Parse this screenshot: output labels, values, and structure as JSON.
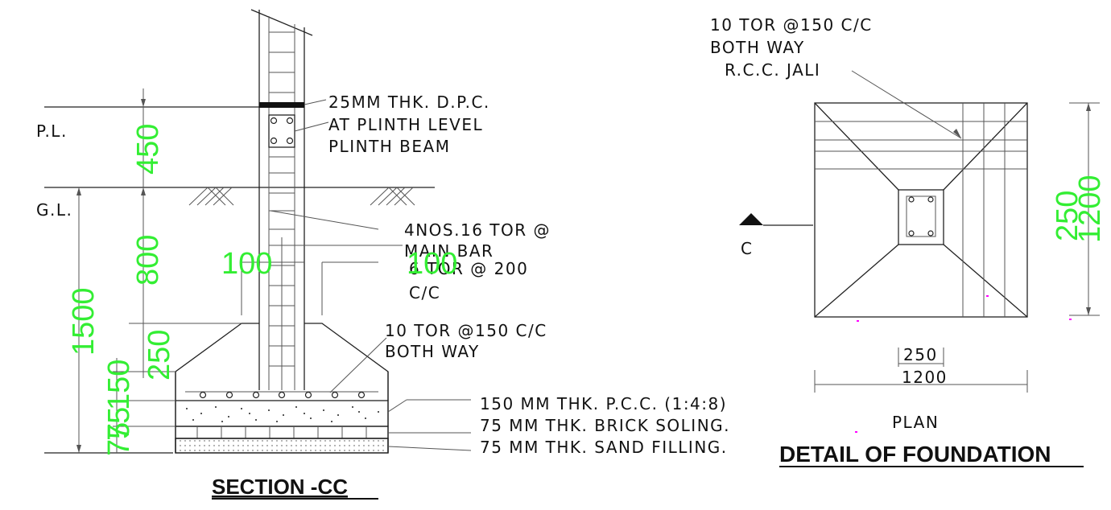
{
  "section": {
    "title": "SECTION -CC",
    "levels": {
      "plinth": "P.L.",
      "ground": "G.L."
    },
    "notes": {
      "dpc_1": "25MM THK. D.P.C.",
      "dpc_2": "AT PLINTH LEVEL",
      "plinth_beam": "PLINTH BEAM",
      "main_bar_1": "4NOS.16 TOR @",
      "main_bar_2": "MAIN BAR",
      "stirrup_1": "6 TOR @ 200",
      "stirrup_2": "C/C",
      "mesh_1": "10 TOR @150 C/C",
      "mesh_2": "BOTH WAY"
    },
    "layers": {
      "pcc": "150 MM THK. P.C.C. (1:4:8)",
      "brick": "75 MM THK. BRICK SOLING.",
      "sand": "75 MM THK. SAND FILLING."
    },
    "dims": {
      "d450": "450",
      "d800": "800",
      "d1500": "1500",
      "d250": "250",
      "d100a": "100",
      "d100b": "100",
      "d150": "150",
      "d75a": "75",
      "d75b": "75"
    }
  },
  "plan": {
    "title": "DETAIL OF FOUNDATION",
    "subtitle": "PLAN",
    "note_1": "10 TOR @150 C/C",
    "note_2": "BOTH WAY",
    "note_3": "R.C.C. JALI",
    "section_marker": "C",
    "dims": {
      "w250": "250",
      "w1200": "1200",
      "h250": "250",
      "h1200": "1200"
    }
  },
  "colors": {
    "dimension_text": "#33ee33",
    "linework": "#222222",
    "marker": "#ff00ff"
  }
}
